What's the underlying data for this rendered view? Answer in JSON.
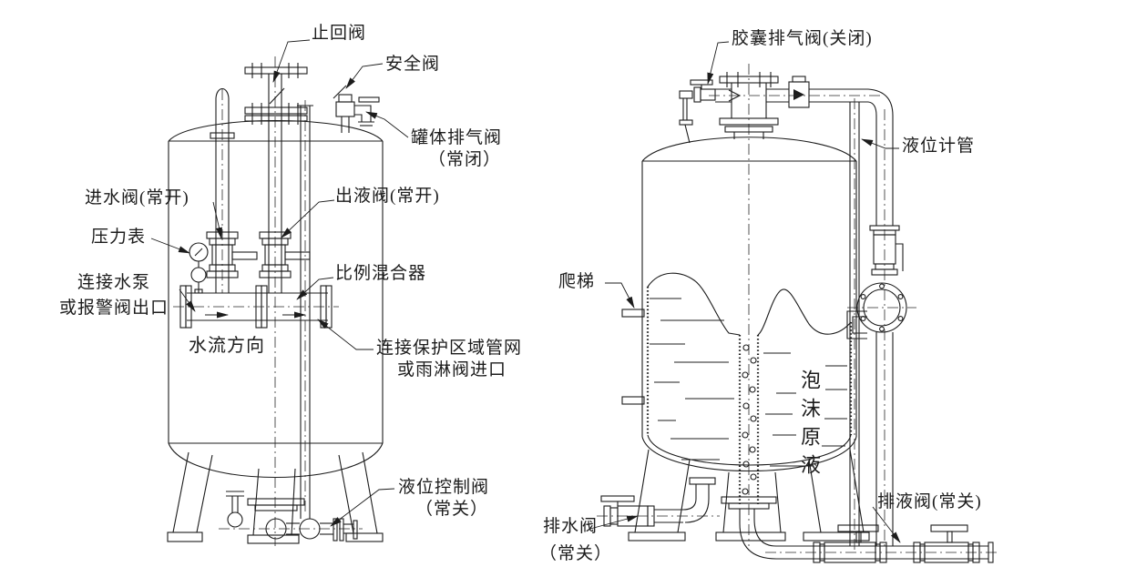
{
  "diagram": {
    "colors": {
      "background": "#ffffff",
      "line": "#1c1c1c"
    },
    "left_tank": {
      "labels": {
        "check_valve": "止回阀",
        "safety_valve": "安全阀",
        "tank_vent_line1": "罐体排气阀",
        "tank_vent_line2": "（常闭）",
        "inlet_valve": "进水阀(常开)",
        "pressure_gauge": "压力表",
        "pump_connect_line1": "连接水泵",
        "pump_connect_line2": "或报警阀出口",
        "flow_direction": "水流方向",
        "outlet_valve": "出液阀(常开)",
        "proportioner": "比例混合器",
        "network_connect_line1": "连接保护区域管网",
        "network_connect_line2": "或雨淋阀进口",
        "level_control_line1": "液位控制阀",
        "level_control_line2": "（常关）"
      }
    },
    "right_tank": {
      "labels": {
        "bladder_vent": "胶囊排气阀(关闭)",
        "gauge_pipe": "液位计管",
        "ladder": "爬梯",
        "foam_concentrate": "泡沫原液",
        "drain_water_line1": "排水阀",
        "drain_water_line2": "（常关）",
        "drain_liquid": "排液阀(常关)"
      }
    }
  }
}
